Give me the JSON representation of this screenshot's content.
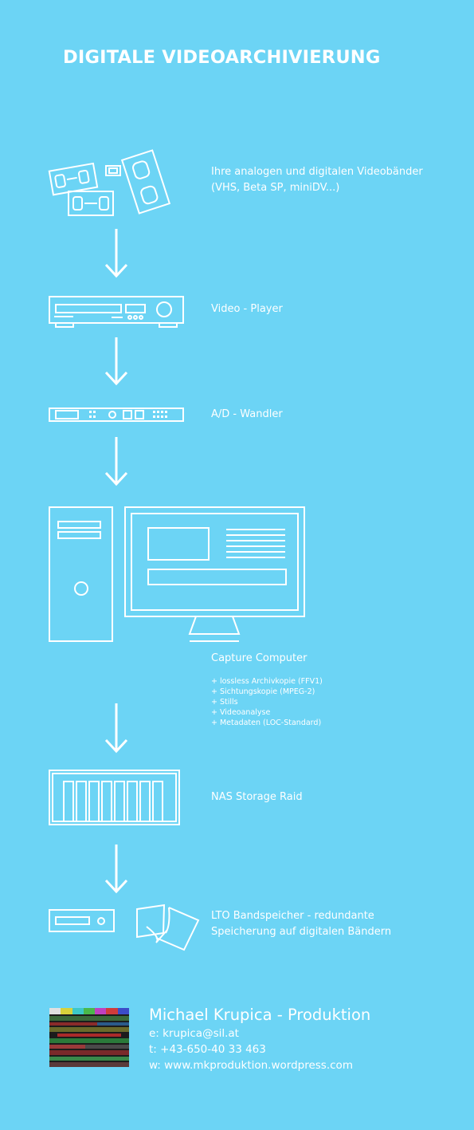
{
  "title": "DIGITALE VIDEOARCHIVIERUNG",
  "steps": [
    {
      "label_line1": "Ihre analogen und digitalen Videobänder",
      "label_line2": "(VHS, Beta SP, miniDV...)"
    },
    {
      "label": "Video - Player"
    },
    {
      "label": "A/D - Wandler"
    },
    {
      "label": "Capture Computer",
      "features": [
        "+ lossless Archivkopie (FFV1)",
        "+ Sichtungskopie (MPEG-2)",
        "+ Stills",
        "+ Videoanalyse",
        "+ Metadaten (LOC-Standard)"
      ]
    },
    {
      "label": "NAS Storage Raid"
    },
    {
      "label_line1": "LTO Bandspeicher - redundante",
      "label_line2": "Speicherung auf digitalen Bändern"
    }
  ],
  "contact": {
    "name": "Michael Krupica - Produktion",
    "email": "e: krupica@sil.at",
    "phone": "t: +43-650-40 33 463",
    "web": "w: www.mkproduktion.wordpress.com"
  },
  "colors": {
    "background": "#6cd4f5",
    "foreground": "#ffffff",
    "testbars": [
      "#e0e0e0",
      "#d8d23c",
      "#3cc8c8",
      "#4ab84a",
      "#c040c0",
      "#d03c3c",
      "#3c4cc8"
    ]
  },
  "icons": [
    "videotapes-icon",
    "video-player-icon",
    "ad-converter-icon",
    "arrow-down-icon",
    "capture-computer-icon",
    "nas-raid-icon",
    "lto-drive-icon",
    "tape-cartridges-icon",
    "video-still-thumbnail"
  ]
}
